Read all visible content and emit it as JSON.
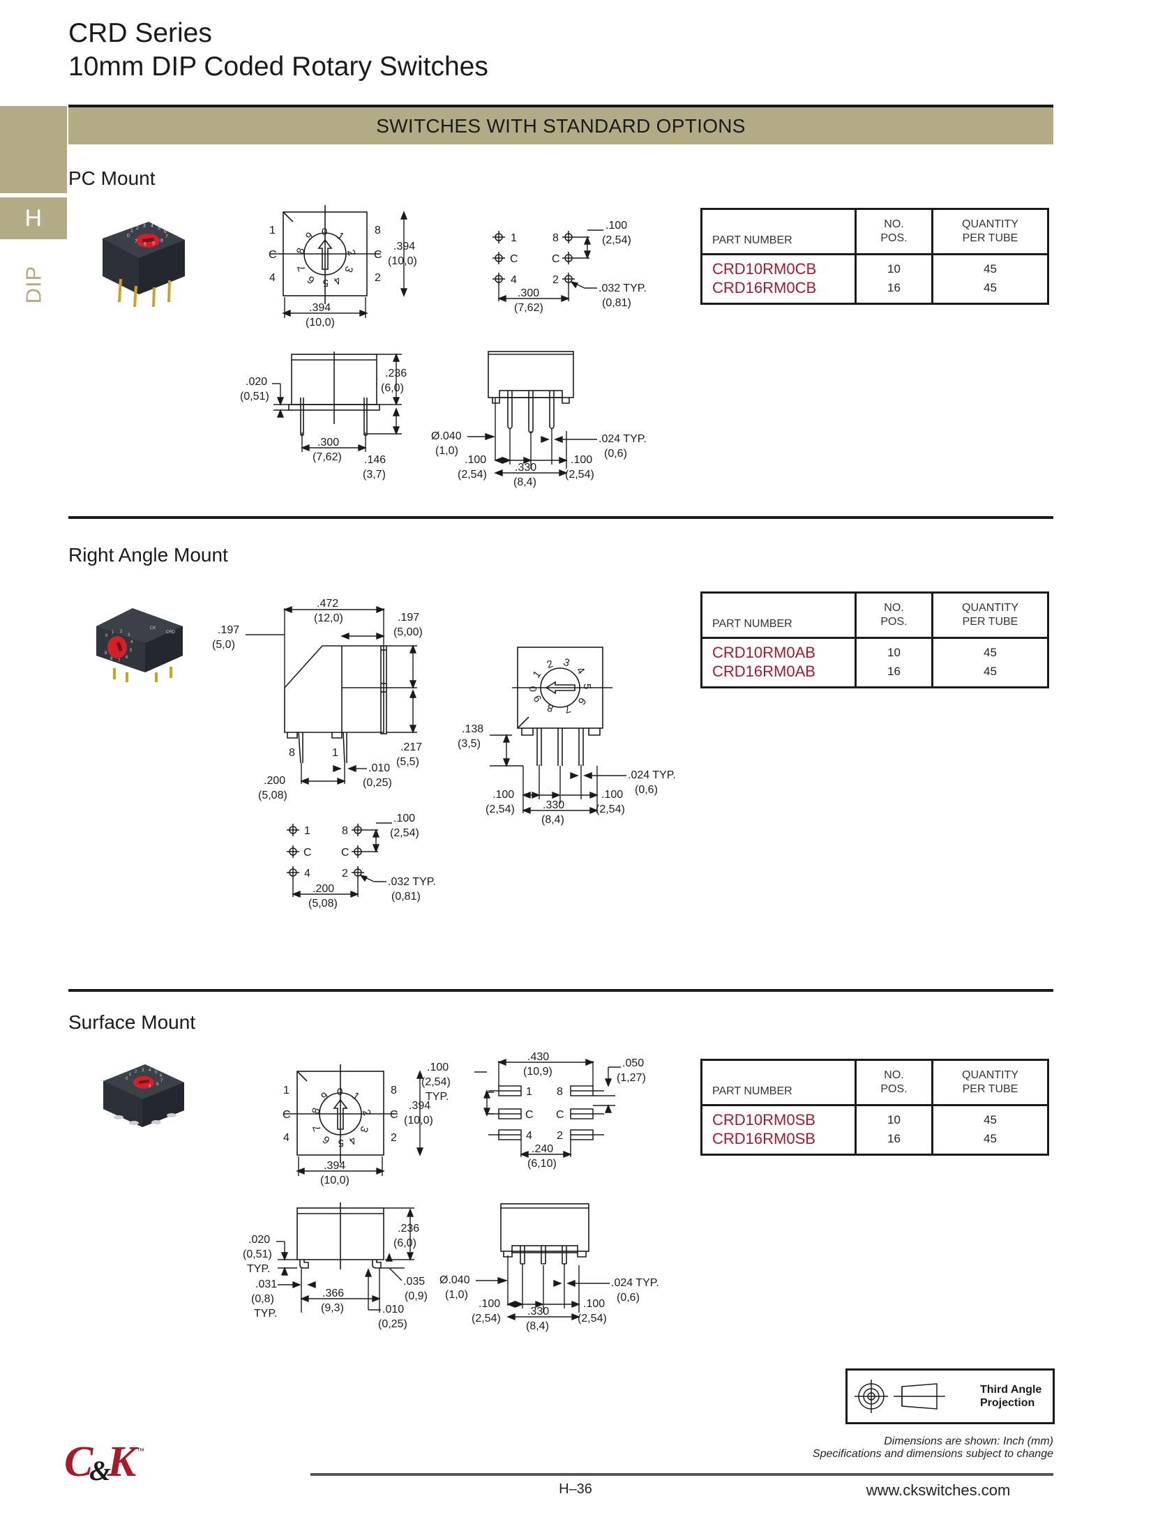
{
  "sidebar": {
    "icon_name": "dip-switch-icon",
    "letter": "H",
    "category": "DIP"
  },
  "header": {
    "series": "CRD Series",
    "subtitle": "10mm DIP Coded Rotary Switches",
    "banner": "SWITCHES WITH STANDARD OPTIONS"
  },
  "sections": [
    {
      "id": "pc-mount",
      "title": "PC Mount",
      "table": {
        "columns": [
          "PART NUMBER",
          "NO.\nPOS.",
          "QUANTITY\nPER TUBE"
        ],
        "col1": "PART NUMBER",
        "col2_l1": "NO.",
        "col2_l2": "POS.",
        "col3_l1": "QUANTITY",
        "col3_l2": "PER TUBE",
        "rows": [
          {
            "part": "CRD10RM0CB",
            "pos": "10",
            "qty": "45"
          },
          {
            "part": "CRD16RM0CB",
            "pos": "16",
            "qty": "45"
          }
        ]
      },
      "dims": {
        "top_w_in": ".394",
        "top_w_mm": "(10,0)",
        "top_h_in": ".394",
        "top_h_mm": "(10,0)",
        "pad_pitch_in": ".100",
        "pad_pitch_mm": "(2,54)",
        "pad_span_in": ".300",
        "pad_span_mm": "(7,62)",
        "pad_dia_in": ".032 TYP.",
        "pad_dia_mm": "(0,81)",
        "body_h_in": ".236",
        "body_h_mm": "(6,0)",
        "standoff_in": ".020",
        "standoff_mm": "(0,51)",
        "pin_span_in": ".300",
        "pin_span_mm": "(7,62)",
        "pin_len_in": ".146",
        "pin_len_mm": "(3,7)",
        "hole_dia_in": "Ø.040",
        "hole_dia_mm": "(1,0)",
        "pin_pitch_l_in": ".100",
        "pin_pitch_l_mm": "(2,54)",
        "pin_pitch_r_in": ".100",
        "pin_pitch_r_mm": "(2,54)",
        "pin_row_in": ".330",
        "pin_row_mm": "(8,4)",
        "pin_w_in": ".024 TYP.",
        "pin_w_mm": "(0,6)"
      },
      "pin_labels_left": [
        "1",
        "C",
        "4"
      ],
      "pin_labels_right": [
        "8",
        "C",
        "2"
      ],
      "dial_digits": [
        "0",
        "1",
        "2",
        "3",
        "4",
        "5",
        "6",
        "7",
        "8",
        "9"
      ]
    },
    {
      "id": "right-angle-mount",
      "title": "Right Angle Mount",
      "table": {
        "col1": "PART NUMBER",
        "col2_l1": "NO.",
        "col2_l2": "POS.",
        "col3_l1": "QUANTITY",
        "col3_l2": "PER TUBE",
        "rows": [
          {
            "part": "CRD10RM0AB",
            "pos": "10",
            "qty": "45"
          },
          {
            "part": "CRD16RM0AB",
            "pos": "16",
            "qty": "45"
          }
        ]
      },
      "dims": {
        "depth_in": ".472",
        "depth_mm": "(12,0)",
        "left_h_in": ".197",
        "left_h_mm": "(5,0)",
        "right_h_in": ".197",
        "right_h_mm": "(5,00)",
        "low_h_in": ".217",
        "low_h_mm": "(5,5)",
        "pin_gap_in": ".010",
        "pin_gap_mm": "(0,25)",
        "pin_span_in": ".200",
        "pin_span_mm": "(5,08)",
        "standoff_in": ".138",
        "standoff_mm": "(3,5)",
        "pin_pitch_l_in": ".100",
        "pin_pitch_l_mm": "(2,54)",
        "pin_pitch_r_in": ".100",
        "pin_pitch_r_mm": "(2,54)",
        "pin_row_in": ".330",
        "pin_row_mm": "(8,4)",
        "pin_w_in": ".024 TYP.",
        "pin_w_mm": "(0,6)",
        "pad_pitch_in": ".100",
        "pad_pitch_mm": "(2,54)",
        "pad_span_in": ".200",
        "pad_span_mm": "(5,08)",
        "pad_dia_in": ".032 TYP.",
        "pad_dia_mm": "(0,81)"
      },
      "pin_labels_side": [
        "8",
        "1"
      ],
      "pin_labels_left": [
        "1",
        "C",
        "4"
      ],
      "pin_labels_right": [
        "8",
        "C",
        "2"
      ],
      "dial_digits": [
        "0",
        "1",
        "2",
        "3",
        "4",
        "5",
        "6",
        "7",
        "8",
        "9"
      ]
    },
    {
      "id": "surface-mount",
      "title": "Surface Mount",
      "table": {
        "col1": "PART NUMBER",
        "col2_l1": "NO.",
        "col2_l2": "POS.",
        "col3_l1": "QUANTITY",
        "col3_l2": "PER TUBE",
        "rows": [
          {
            "part": "CRD10RM0SB",
            "pos": "10",
            "qty": "45"
          },
          {
            "part": "CRD16RM0SB",
            "pos": "16",
            "qty": "45"
          }
        ]
      },
      "dims": {
        "top_w_in": ".394",
        "top_w_mm": "(10,0)",
        "top_h_in": ".394",
        "top_h_mm": "(10,0)",
        "pad_pitch_in": ".100",
        "pad_pitch_mm": "(2,54)",
        "pad_pitch_typ": "TYP.",
        "pad_outer_in": ".430",
        "pad_outer_mm": "(10,9)",
        "pad_w_in": ".050",
        "pad_w_mm": "(1,27)",
        "pad_inner_in": ".240",
        "pad_inner_mm": "(6,10)",
        "body_h_in": ".236",
        "body_h_mm": "(6,0)",
        "standoff_in": ".020",
        "standoff_mm": "(0,51)",
        "standoff_typ": "TYP.",
        "foot_w_in": ".031",
        "foot_w_mm": "(0,8)",
        "foot_typ": "TYP.",
        "foot_span_in": ".366",
        "foot_span_mm": "(9,3)",
        "foot_h_in": ".035",
        "foot_h_mm": "(0,9)",
        "foot_t_in": ".010",
        "foot_t_mm": "(0,25)",
        "hole_dia_in": "Ø.040",
        "hole_dia_mm": "(1,0)",
        "pin_pitch_l_in": ".100",
        "pin_pitch_l_mm": "(2,54)",
        "pin_pitch_r_in": ".100",
        "pin_pitch_r_mm": "(2,54)",
        "pin_row_in": ".330",
        "pin_row_mm": "(8,4)",
        "pin_w_in": ".024 TYP.",
        "pin_w_mm": "(0,6)"
      },
      "pin_labels_left": [
        "1",
        "C",
        "4"
      ],
      "pin_labels_right": [
        "8",
        "C",
        "2"
      ],
      "dial_digits": [
        "0",
        "1",
        "2",
        "3",
        "4",
        "5",
        "6",
        "7",
        "8",
        "9"
      ]
    }
  ],
  "footer": {
    "projection_l1": "Third Angle",
    "projection_l2": "Projection",
    "note_l1": "Dimensions are shown: Inch (mm)",
    "note_l2": "Specifications and dimensions subject to change",
    "page": "H–36",
    "url": "www.ckswitches.com",
    "logo": "C&K",
    "logo_color": "#a61c2b"
  },
  "colors": {
    "tan": "#b3ab85",
    "part_red": "#9e1b32",
    "ink": "#1a1a1a"
  }
}
